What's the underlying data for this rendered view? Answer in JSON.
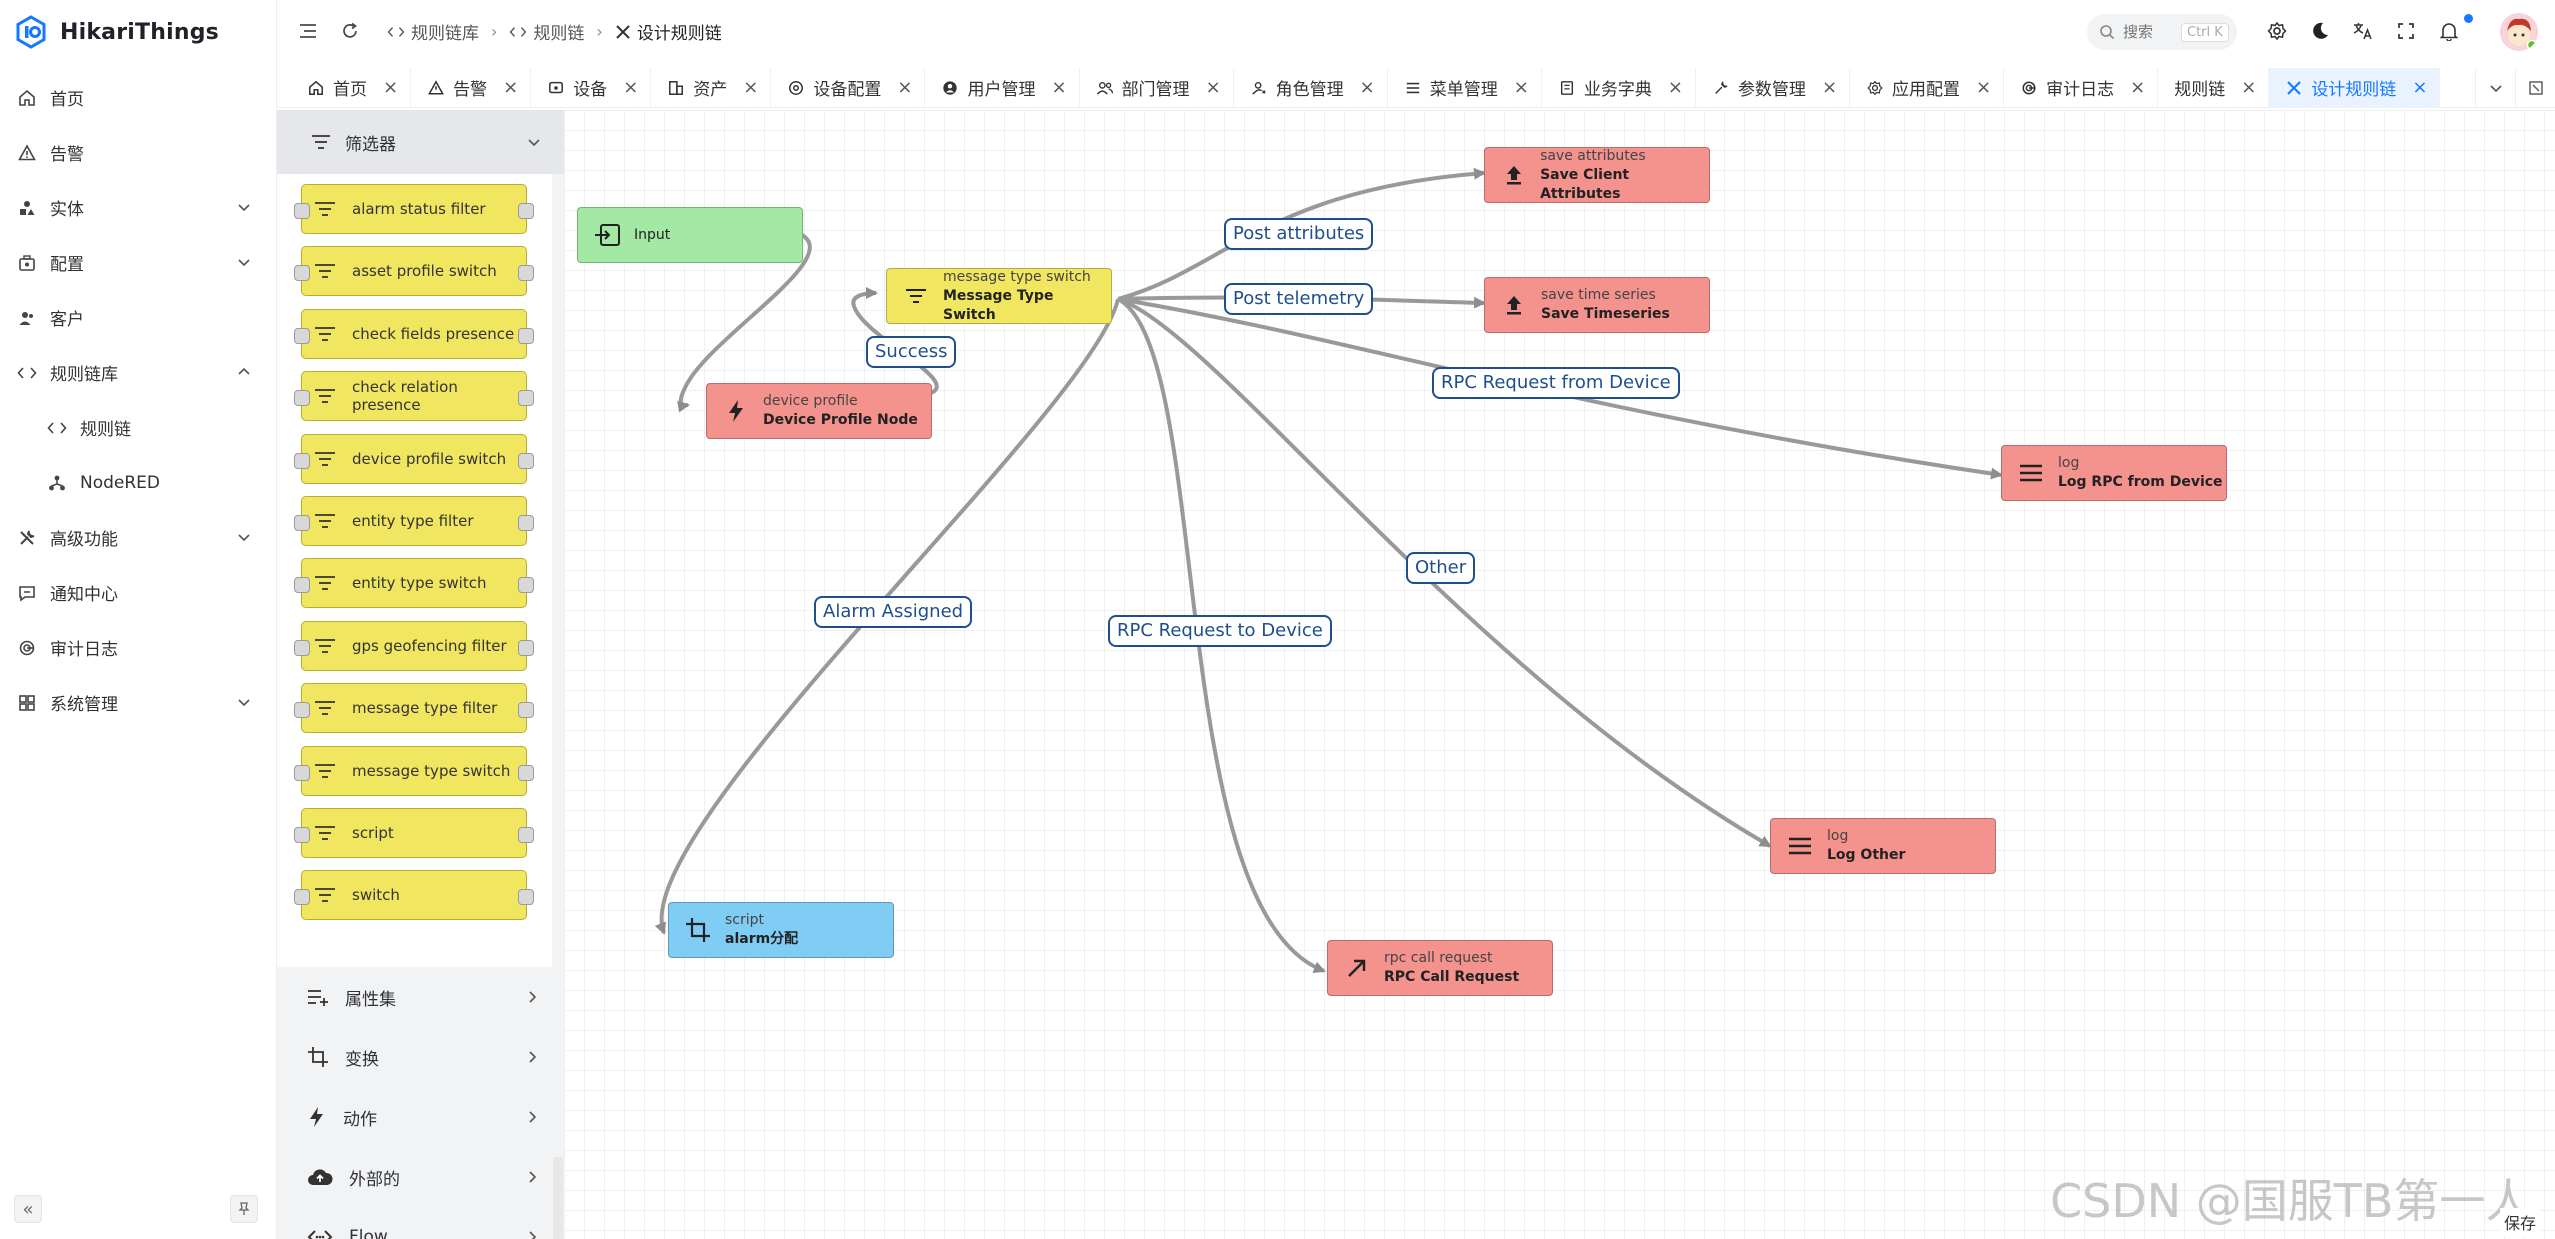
{
  "app": {
    "title": "HikariThings",
    "brand_color": "#1677ff"
  },
  "sidebar": {
    "items": [
      {
        "label": "首页",
        "icon": "home-icon"
      },
      {
        "label": "告警",
        "icon": "alert-icon"
      },
      {
        "label": "实体",
        "icon": "entity-icon",
        "expand": true
      },
      {
        "label": "配置",
        "icon": "config-icon",
        "expand": true
      },
      {
        "label": "客户",
        "icon": "customer-icon"
      },
      {
        "label": "规则链库",
        "icon": "code-icon",
        "expanded": true
      },
      {
        "label": "规则链",
        "icon": "code-icon",
        "sub": true
      },
      {
        "label": "NodeRED",
        "icon": "nodered-icon",
        "sub": true
      },
      {
        "label": "高级功能",
        "icon": "tools-icon",
        "expand": true
      },
      {
        "label": "通知中心",
        "icon": "message-icon"
      },
      {
        "label": "审计日志",
        "icon": "audit-icon"
      },
      {
        "label": "系统管理",
        "icon": "grid-icon",
        "expand": true
      }
    ]
  },
  "header": {
    "breadcrumbs": [
      "规则链库",
      "规则链",
      "设计规则链"
    ],
    "search_placeholder": "搜索",
    "search_shortcut": "Ctrl K"
  },
  "tabs": [
    {
      "label": "首页",
      "icon": "home-icon"
    },
    {
      "label": "告警",
      "icon": "alert-icon"
    },
    {
      "label": "设备",
      "icon": "device-icon"
    },
    {
      "label": "资产",
      "icon": "asset-icon"
    },
    {
      "label": "设备配置",
      "icon": "device-config-icon"
    },
    {
      "label": "用户管理",
      "icon": "user-icon"
    },
    {
      "label": "部门管理",
      "icon": "dept-icon"
    },
    {
      "label": "角色管理",
      "icon": "role-icon"
    },
    {
      "label": "菜单管理",
      "icon": "menu-icon"
    },
    {
      "label": "业务字典",
      "icon": "dict-icon"
    },
    {
      "label": "参数管理",
      "icon": "param-icon"
    },
    {
      "label": "应用配置",
      "icon": "gear-icon"
    },
    {
      "label": "审计日志",
      "icon": "audit-icon"
    },
    {
      "label": "规则链",
      "icon": ""
    },
    {
      "label": "设计规则链",
      "icon": "design-icon",
      "active": true
    }
  ],
  "library": {
    "filter_title": "筛选器",
    "filter_nodes": [
      "alarm status filter",
      "asset profile switch",
      "check fields presence",
      "check relation presence",
      "device profile switch",
      "entity type filter",
      "entity type switch",
      "gps geofencing filter",
      "message type filter",
      "message type switch",
      "script",
      "switch"
    ],
    "filter_node_color": "#f1e660",
    "categories": [
      {
        "label": "属性集",
        "icon": "enrichment-icon"
      },
      {
        "label": "变换",
        "icon": "transform-icon"
      },
      {
        "label": "动作",
        "icon": "action-icon"
      },
      {
        "label": "外部的",
        "icon": "cloud-icon"
      },
      {
        "label": "Flow",
        "icon": "flow-icon"
      }
    ]
  },
  "canvas": {
    "nodes": [
      {
        "type": "",
        "name": "Input",
        "color": "#a3e8a3",
        "icon": "input-icon"
      },
      {
        "type": "device profile",
        "name": "Device Profile Node",
        "color": "#f4928e",
        "icon": "bolt-icon"
      },
      {
        "type": "message type switch",
        "name": "Message Type Switch",
        "color": "#f1e660",
        "icon": "filter-icon"
      },
      {
        "type": "save attributes",
        "name": "Save Client Attributes",
        "color": "#f4928e",
        "icon": "upload-icon"
      },
      {
        "type": "save time series",
        "name": "Save Timeseries",
        "color": "#f4928e",
        "icon": "upload-icon"
      },
      {
        "type": "log",
        "name": "Log RPC from Device",
        "color": "#f4928e",
        "icon": "list-icon"
      },
      {
        "type": "log",
        "name": "Log Other",
        "color": "#f4928e",
        "icon": "list-icon"
      },
      {
        "type": "rpc call request",
        "name": "RPC Call Request",
        "color": "#f4928e",
        "icon": "arrow-up-right-icon"
      },
      {
        "type": "script",
        "name": "alarm分配",
        "color": "#7fcdf4",
        "icon": "crop-icon"
      }
    ],
    "edge_labels": [
      "Success",
      "Post attributes",
      "Post telemetry",
      "RPC Request from Device",
      "Other",
      "Alarm Assigned",
      "RPC Request to Device"
    ],
    "save_label": "保存"
  },
  "watermark": "CSDN @国服TB第一人"
}
